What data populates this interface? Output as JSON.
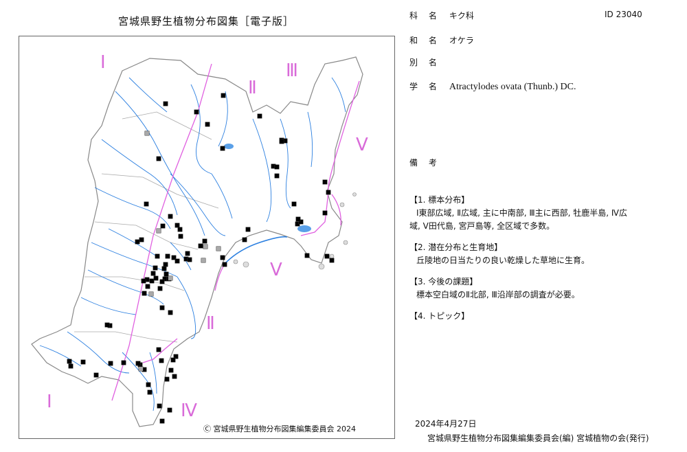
{
  "title": "宮城県野生植物分布図集［電子版］",
  "map": {
    "region_labels": [
      "Ⅰ",
      "Ⅱ",
      "Ⅲ",
      "Ⅴ",
      "Ⅴ",
      "Ⅱ",
      "Ⅰ",
      "Ⅳ"
    ],
    "copyright": "Ⓒ 宮城県野生植物分布図集編集委員会 2024",
    "colors": {
      "river": "#2b7fe0",
      "boundary": "#e060e0",
      "outline": "#888888",
      "marker": "#000000",
      "marker_gray": "#aaaaaa",
      "label": "#d96bd9"
    },
    "legend_icons": [
      "black-square-marker",
      "gray-square-marker"
    ]
  },
  "info": {
    "family_key": "科 名",
    "family_value": "キク科",
    "id_label": "ID 23040",
    "japanese_key": "和 名",
    "japanese_value": "オケラ",
    "alias_key": "別 名",
    "scientific_key": "学 名",
    "scientific_value": "Atractylodes ovata (Thunb.) DC.",
    "remarks_key": "備 考"
  },
  "notes": {
    "h1": "【1. 標本分布】",
    "t1a": "Ⅰ東部広域, Ⅱ広域, 主に中南部, Ⅲ主に西部, 牡鹿半島, Ⅳ広",
    "t1b": "域, Ⅴ田代島, 宮戸島等, 全区域で多数。",
    "h2": "【2. 潜在分布と生育地】",
    "t2": "丘陵地の日当たりの良い乾燥した草地に生育。",
    "h3": "【3. 今後の課題】",
    "t3": "標本空白域のⅡ北部, Ⅲ沿岸部の調査が必要。",
    "h4": "【4. トピック】"
  },
  "footer": {
    "date": "2024年4月27日",
    "publisher": "宮城県野生植物分布図集編集委員会(編)  宮城植物の会(発行)"
  }
}
